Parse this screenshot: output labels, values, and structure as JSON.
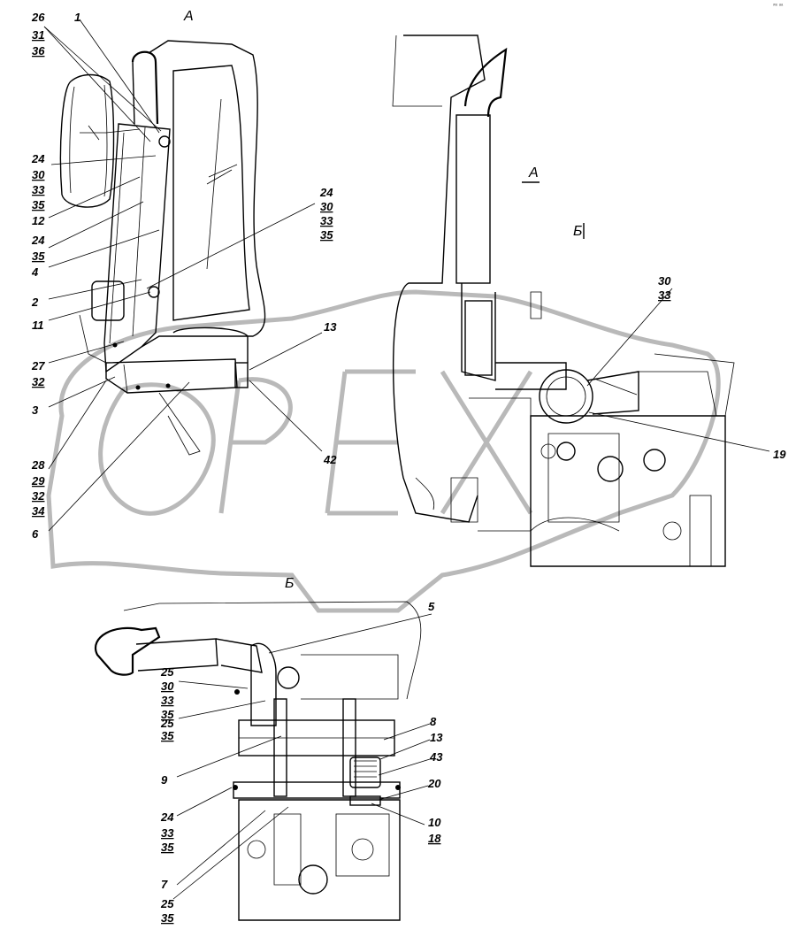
{
  "views": {
    "a_top": "А",
    "a_right": "А",
    "b_right": "Б",
    "b_bottom": "Б"
  },
  "corner_mark": "ʷᵉ ᵃᵃ",
  "callouts": {
    "c26": "26",
    "c31": "31",
    "c36": "36",
    "c1": "1",
    "c24a": "24",
    "c30a": "30",
    "c33a": "33",
    "c35a": "35",
    "c12": "12",
    "c24b": "24",
    "c35b": "35",
    "c4": "4",
    "c2": "2",
    "c11": "11",
    "c27": "27",
    "c32a": "32",
    "c3": "3",
    "c28": "28",
    "c29": "29",
    "c32b": "32",
    "c34": "34",
    "c6": "6",
    "c24c": "24",
    "c30c": "30",
    "c33c": "33",
    "c35c": "35",
    "c13a": "13",
    "c42": "42",
    "c30d": "30",
    "c33d": "33",
    "c19": "19",
    "c5": "5",
    "c25a": "25",
    "c30e": "30",
    "c33e": "33",
    "c35e": "35",
    "c25b": "25",
    "c35f": "35",
    "c8": "8",
    "c13b": "13",
    "c43": "43",
    "c9": "9",
    "c20": "20",
    "c24d": "24",
    "c33f": "33",
    "c35g": "35",
    "c10": "10",
    "c18": "18",
    "c7": "7",
    "c25c": "25",
    "c35h": "35"
  },
  "watermark": {
    "text": "OPEX",
    "color": "#b9b9b9"
  }
}
